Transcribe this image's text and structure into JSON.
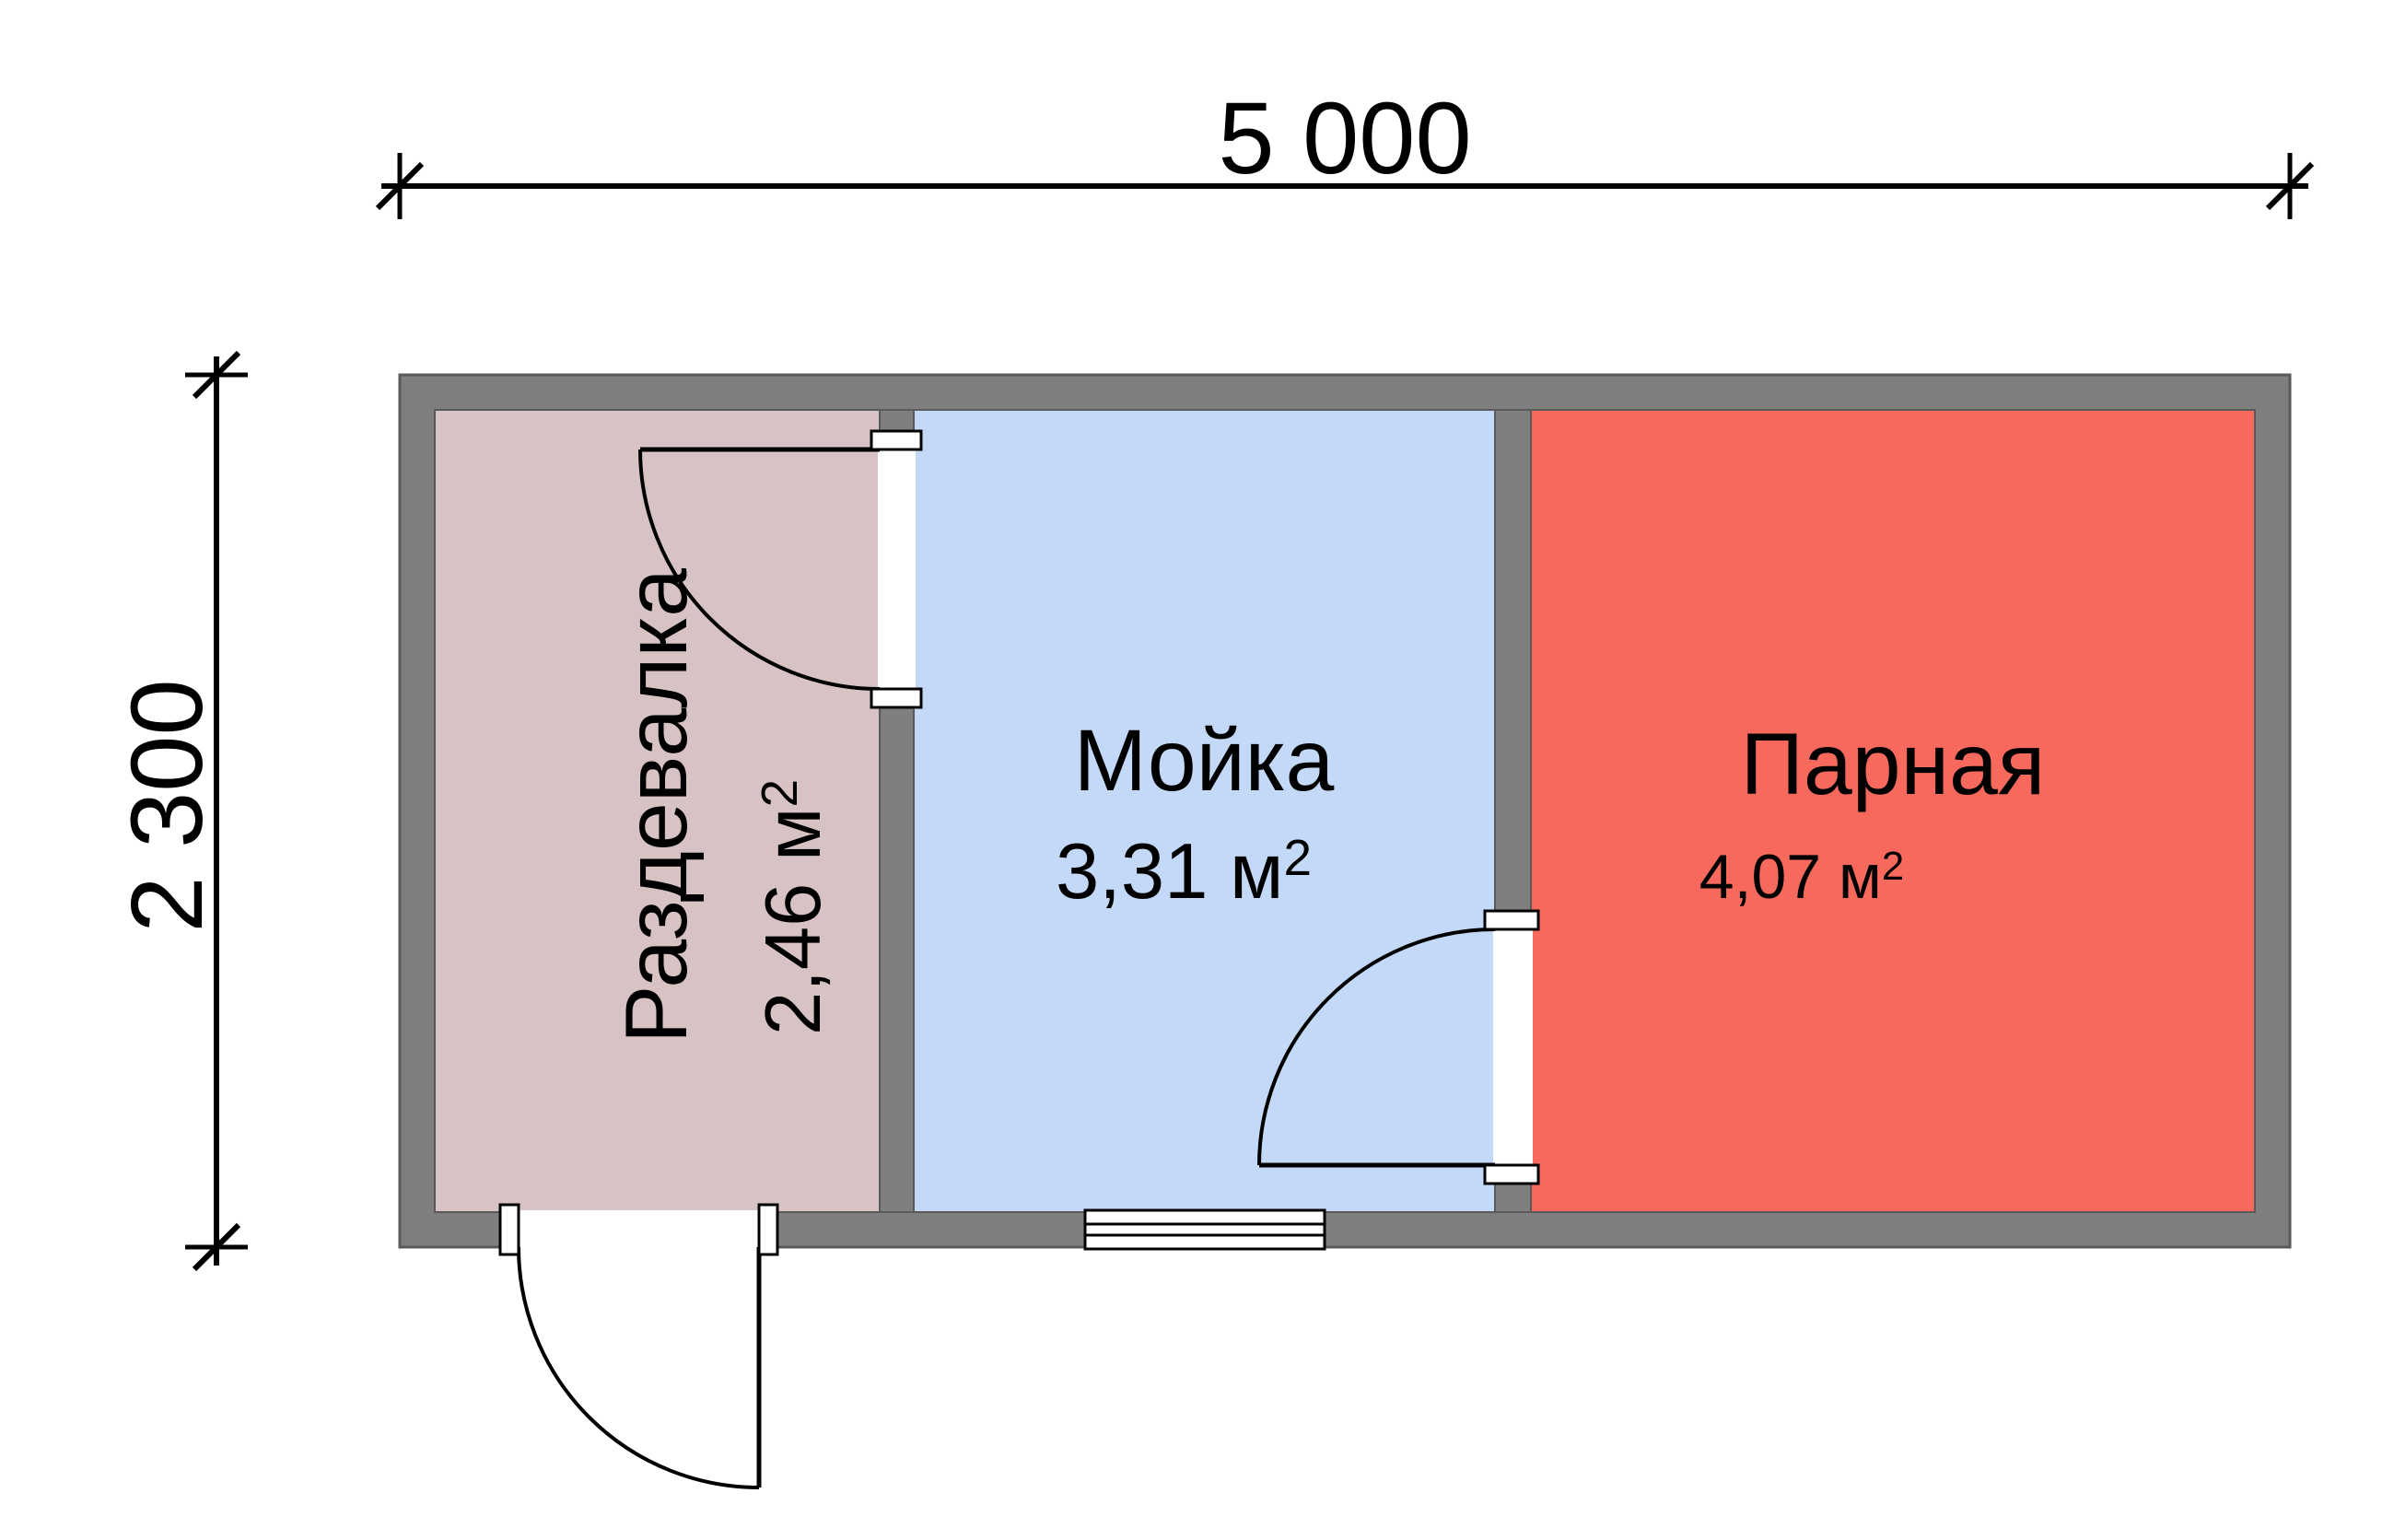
{
  "dimensions": {
    "width": {
      "label": "5 000"
    },
    "height": {
      "label": "2 300"
    }
  },
  "rooms": [
    {
      "name": "Раздевалка",
      "area": {
        "text": "2,46 м",
        "sup": "2"
      },
      "color": "#d8c3c4"
    },
    {
      "name": "Мойка",
      "area": {
        "text": "3,31 м",
        "sup": "2"
      },
      "color": "#c3d9f7"
    },
    {
      "name": "Парная",
      "area": {
        "text": "4,07 м",
        "sup": "2"
      },
      "color": "#f7695d"
    }
  ],
  "colors": {
    "wall": "#7f7f7f",
    "wall_outline": "#5a5a5a",
    "line": "#000000",
    "background": "#ffffff"
  }
}
